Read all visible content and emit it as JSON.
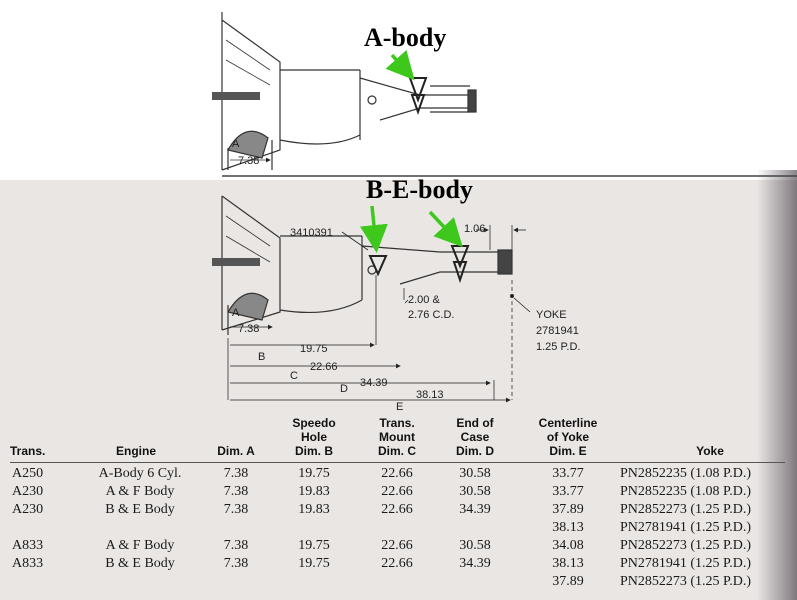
{
  "labels": {
    "a_body": "A-body",
    "be_body": "B-E-body",
    "part_3410391": "3410391",
    "dim_106": "1.06",
    "dim_200": "2.00 &",
    "dim_276": "2.76 C.D.",
    "yoke_1": "YOKE",
    "yoke_2": "2781941",
    "yoke_3": "1.25 P.D.",
    "a_top": "A",
    "a_bottom": "A",
    "b": "B",
    "c": "C",
    "d": "D",
    "e": "E",
    "dim_738_top": "7.38",
    "dim_738_bottom": "7.38",
    "dim_1975": "19.75",
    "dim_2266": "22.66",
    "dim_3439": "34.39",
    "dim_3813": "38.13"
  },
  "table": {
    "headers": {
      "trans": "Trans.",
      "engine": "Engine",
      "dim_a": "Dim. A",
      "speedo": [
        "Speedo",
        "Hole",
        "Dim. B"
      ],
      "mount": [
        "Trans.",
        "Mount",
        "Dim. C"
      ],
      "endcase": [
        "End of",
        "Case",
        "Dim. D"
      ],
      "centerline": [
        "Centerline",
        "of Yoke",
        "Dim. E"
      ],
      "yoke": "Yoke"
    },
    "rows": [
      {
        "trans": "A250",
        "engine": "A-Body 6 Cyl.",
        "a": "7.38",
        "b": "19.75",
        "c": "22.66",
        "d": "30.58",
        "e": "33.77",
        "yoke": "PN2852235 (1.08 P.D.)"
      },
      {
        "trans": "A230",
        "engine": "A & F Body",
        "a": "7.38",
        "b": "19.83",
        "c": "22.66",
        "d": "30.58",
        "e": "33.77",
        "yoke": "PN2852235 (1.08 P.D.)"
      },
      {
        "trans": "A230",
        "engine": "B & E Body",
        "a": "7.38",
        "b": "19.83",
        "c": "22.66",
        "d": "34.39",
        "e": "37.89",
        "yoke": "PN2852273 (1.25 P.D.)"
      },
      {
        "trans": "",
        "engine": "",
        "a": "",
        "b": "",
        "c": "",
        "d": "",
        "e": "38.13",
        "yoke": "PN2781941 (1.25 P.D.)"
      },
      {
        "trans": "A833",
        "engine": "A & F Body",
        "a": "7.38",
        "b": "19.75",
        "c": "22.66",
        "d": "30.58",
        "e": "34.08",
        "yoke": "PN2852273 (1.25 P.D.)"
      },
      {
        "trans": "A833",
        "engine": "B & E Body",
        "a": "7.38",
        "b": "19.75",
        "c": "22.66",
        "d": "34.39",
        "e": "38.13",
        "yoke": "PN2781941 (1.25 P.D.)"
      },
      {
        "trans": "",
        "engine": "",
        "a": "",
        "b": "",
        "c": "",
        "d": "",
        "e": "37.89",
        "yoke": "PN2852273 (1.25 P.D.)"
      }
    ]
  },
  "colors": {
    "arrow": "#3ec81c",
    "ink": "#1a1a1a"
  }
}
